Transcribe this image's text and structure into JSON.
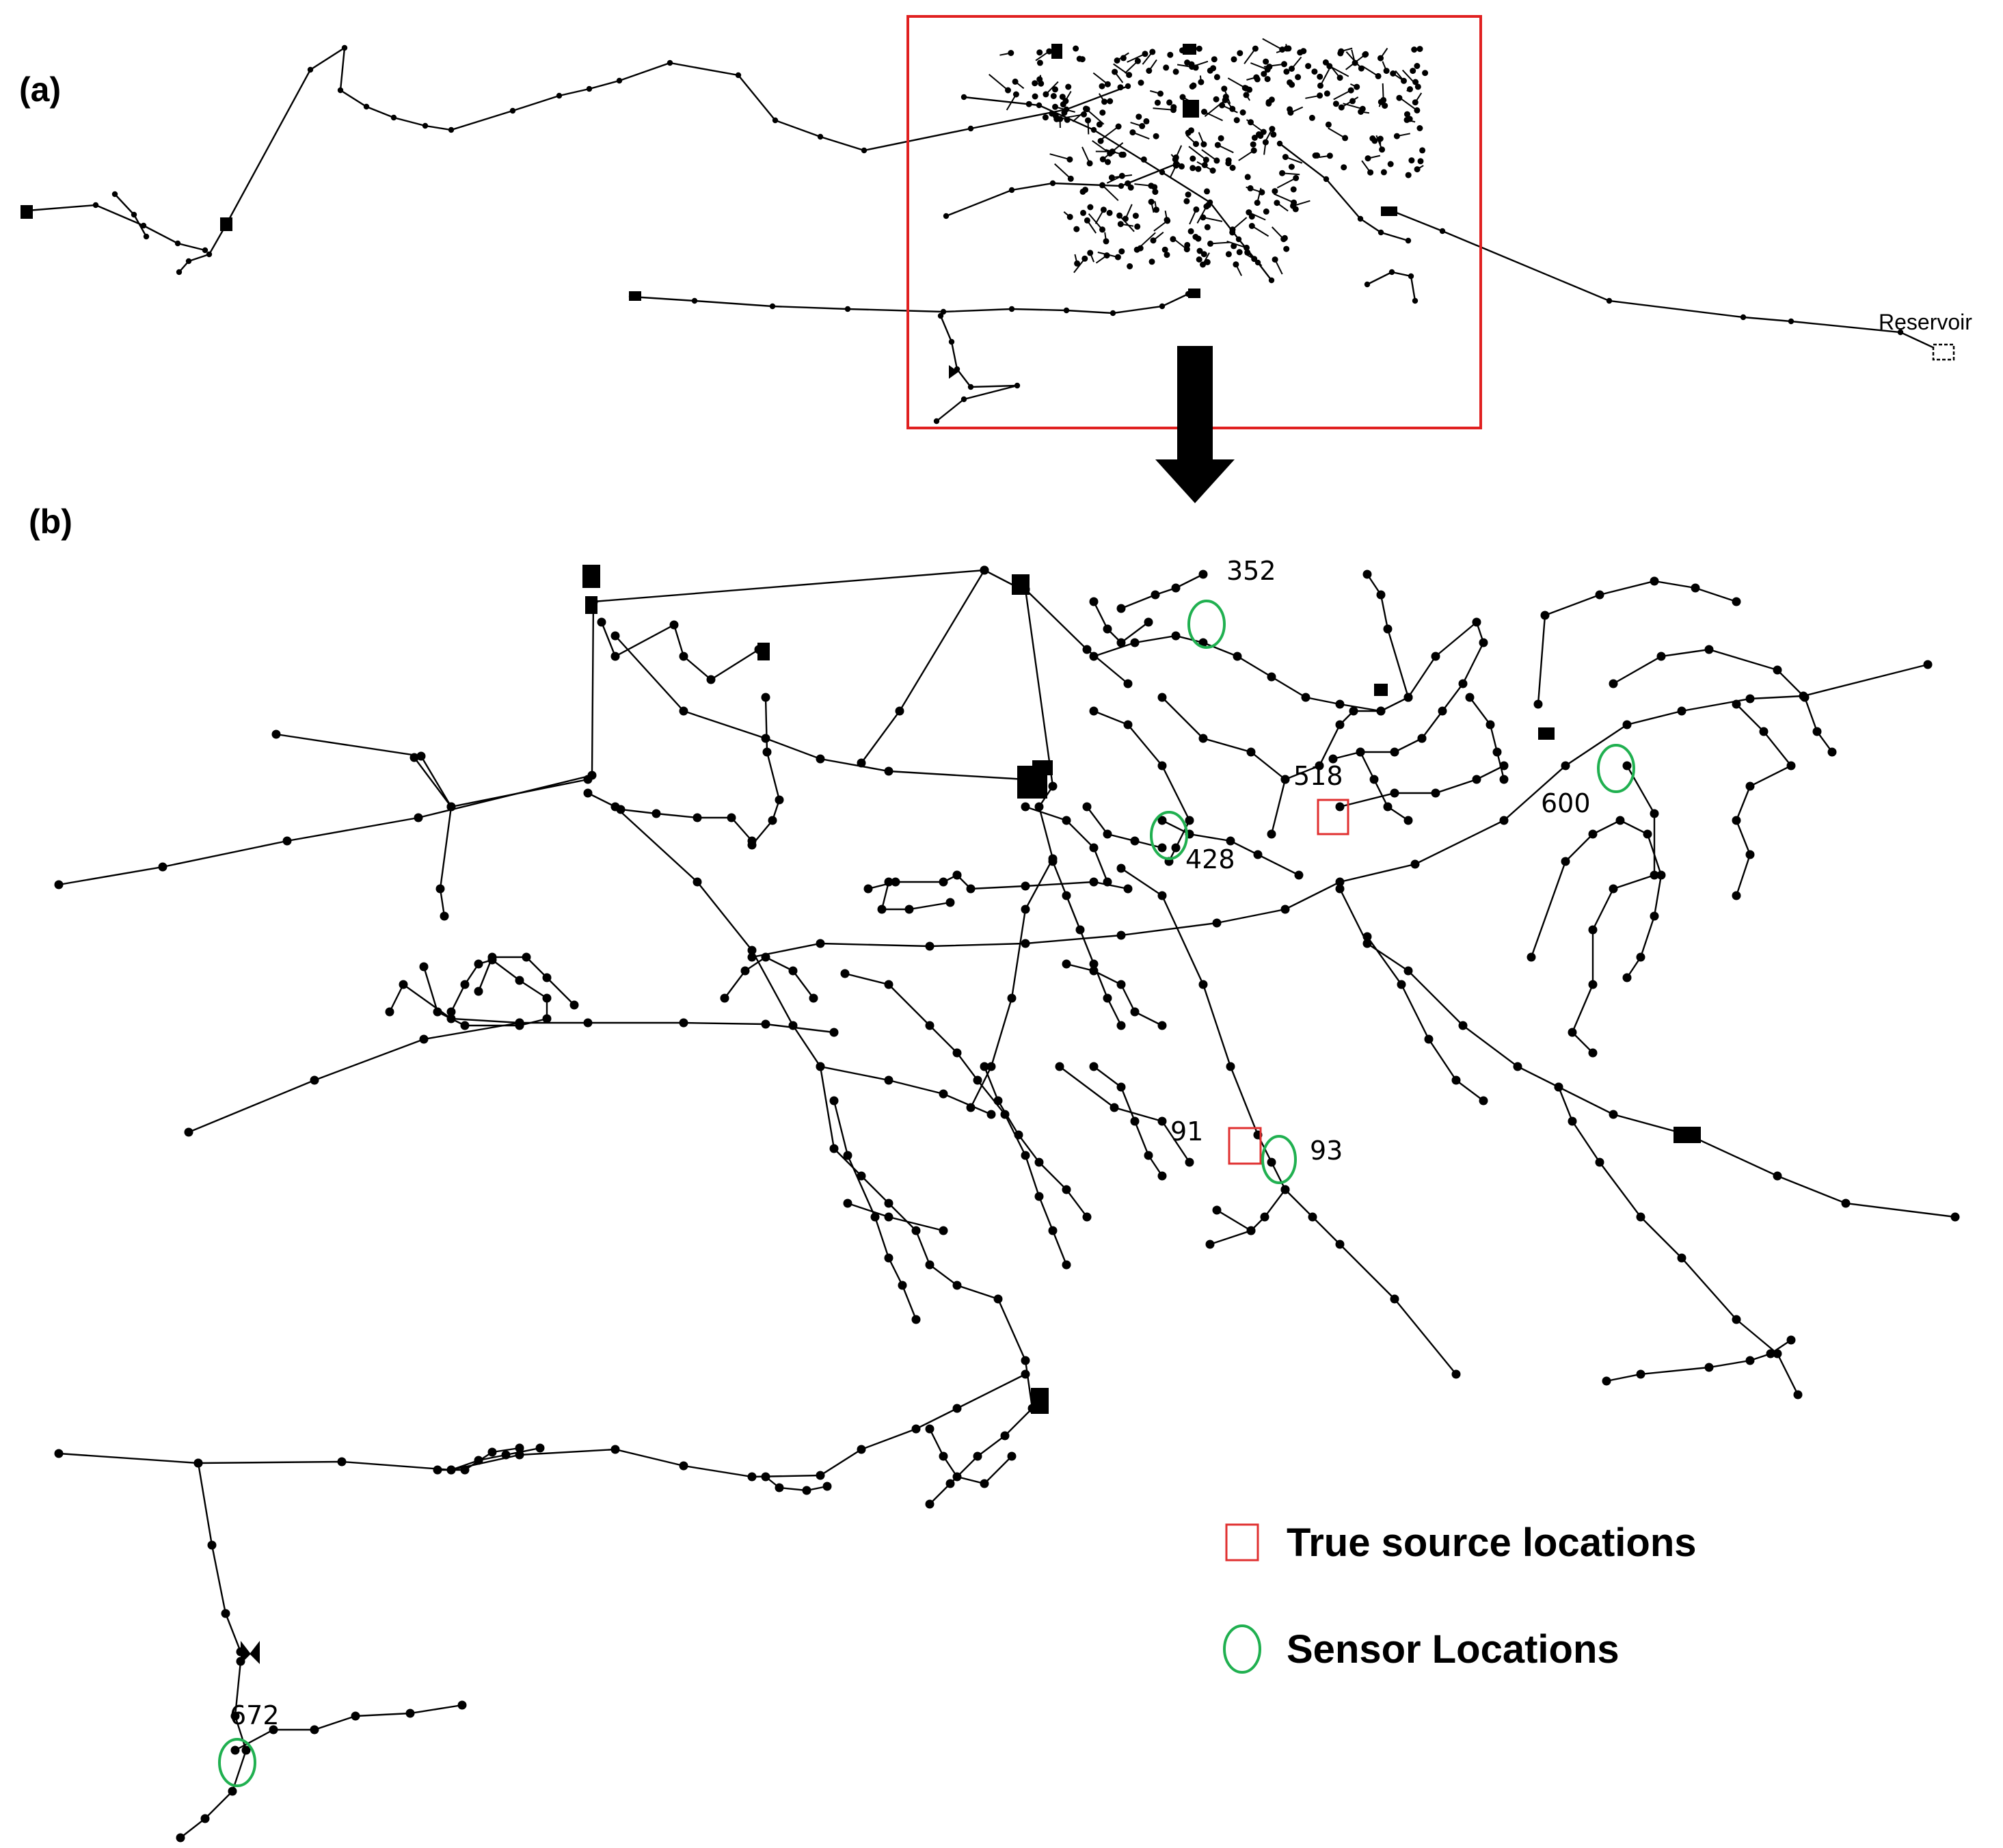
{
  "panels": {
    "a_label": "(a)",
    "b_label": "(b)",
    "reservoir_label": "Reservoir"
  },
  "node_labels": {
    "n352": "352",
    "n518": "518",
    "n600": "600",
    "n428": "428",
    "n91": "91",
    "n93": "93",
    "n672": "672"
  },
  "legend": {
    "source_label": "True source locations",
    "sensor_label": "Sensor Locations"
  },
  "colors": {
    "source_marker": "#e03030",
    "sensor_marker": "#20b050",
    "zoom_box": "#e02020",
    "network": "#000000"
  },
  "true_sources": [
    "518",
    "91"
  ],
  "sensors": [
    "352",
    "428",
    "600",
    "93",
    "672"
  ]
}
